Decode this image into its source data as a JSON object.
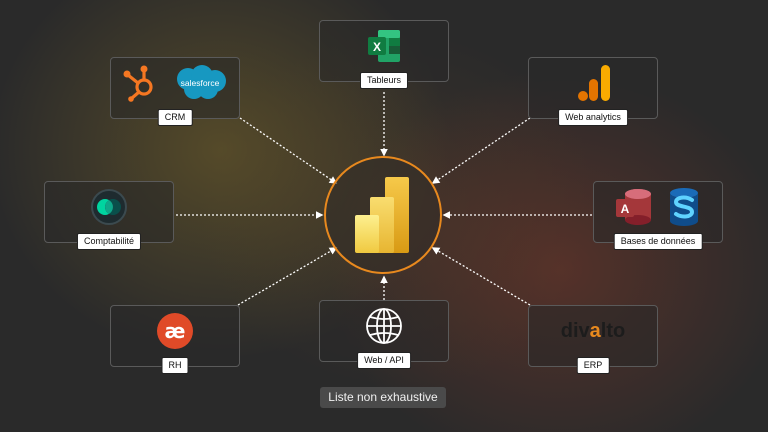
{
  "hub": {
    "icon": "power-bi-icon"
  },
  "sources": {
    "tableurs": {
      "label": "Tableurs",
      "icons": [
        "excel-icon"
      ]
    },
    "crm": {
      "label": "CRM",
      "icons": [
        "hubspot-icon",
        "salesforce-icon"
      ],
      "salesforce_text": "salesforce"
    },
    "web_analytics": {
      "label": "Web analytics",
      "icons": [
        "google-analytics-icon"
      ]
    },
    "comptabilite": {
      "label": "Comptabilité",
      "icons": [
        "accounting-app-icon"
      ]
    },
    "bases": {
      "label": "Bases de données",
      "icons": [
        "ms-access-icon",
        "sql-server-icon"
      ]
    },
    "rh": {
      "label": "RH",
      "icons": [
        "hr-app-icon"
      ]
    },
    "web_api": {
      "label": "Web / API",
      "icons": [
        "globe-icon"
      ]
    },
    "erp": {
      "label": "ERP",
      "icons": [
        "divalto-logo"
      ],
      "logo_text": "divalto"
    }
  },
  "footnote": "Liste non exhaustive",
  "colors": {
    "accent": "#e8891e",
    "connector": "#ffffff",
    "background": "#2a2a2a"
  }
}
